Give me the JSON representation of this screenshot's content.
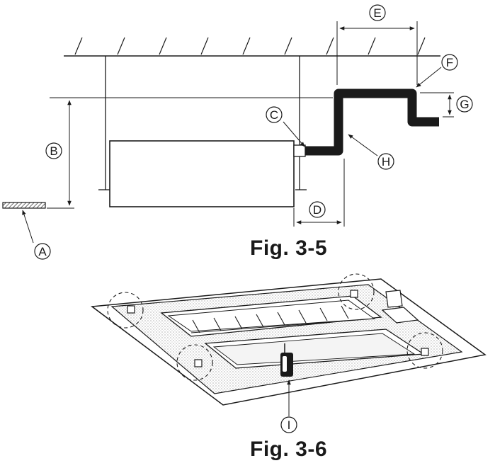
{
  "figure_top": {
    "caption": "Fig. 3-5",
    "callouts": {
      "a": "A",
      "b": "B",
      "c": "C",
      "d": "D",
      "e": "E",
      "f": "F",
      "g": "G",
      "h": "H"
    }
  },
  "figure_bottom": {
    "caption": "Fig. 3-6",
    "callouts": {
      "i": "I"
    }
  }
}
